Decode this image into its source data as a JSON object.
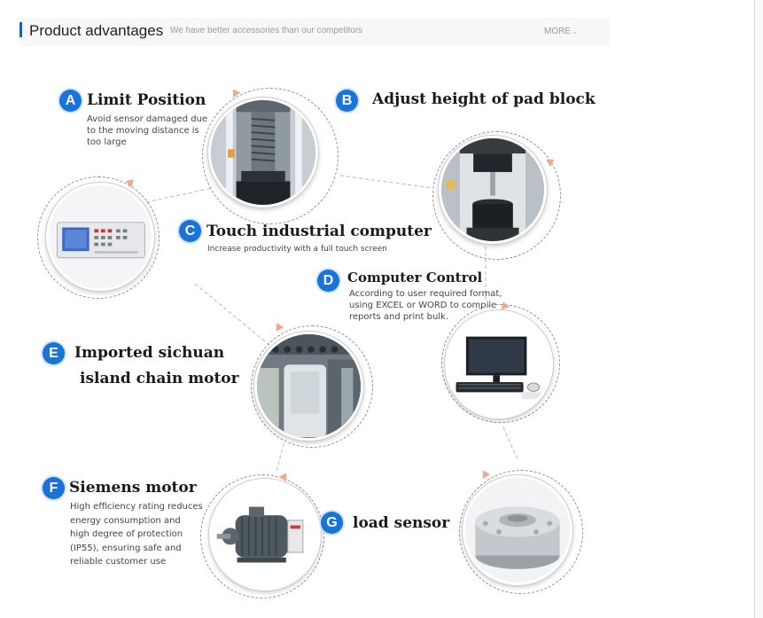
{
  "header": {
    "title": "Product advantages",
    "subtitle": "We have better accessories than our competitors",
    "more_label": "MORE"
  },
  "features": {
    "a": {
      "letter": "A",
      "title": "Limit Position",
      "desc": [
        "Avoid sensor damaged due",
        "to the moving distance is",
        "too large"
      ]
    },
    "b": {
      "letter": "B",
      "title": "Adjust height of pad block"
    },
    "c": {
      "letter": "C",
      "title": "Touch industrial computer",
      "desc": [
        "Increase productivity with a full touch screen"
      ]
    },
    "d": {
      "letter": "D",
      "title": "Computer Control",
      "desc": [
        "According to user required format,",
        "using EXCEL or WORD to compile",
        "reports and print bulk."
      ]
    },
    "e": {
      "letter": "E",
      "title": [
        "Imported sichuan",
        "island chain motor"
      ]
    },
    "f": {
      "letter": "F",
      "title": "Siemens motor",
      "desc": [
        "High efficiency rating reduces",
        "energy consumption and",
        "high degree of protection",
        "(IP55), ensuring safe and",
        "reliable customer use"
      ]
    },
    "g": {
      "letter": "G",
      "title": "load sensor"
    }
  },
  "colors": {
    "accent": "#1a73d9",
    "header_bar": "#1f5fae",
    "arrow": "#f1a98e"
  }
}
